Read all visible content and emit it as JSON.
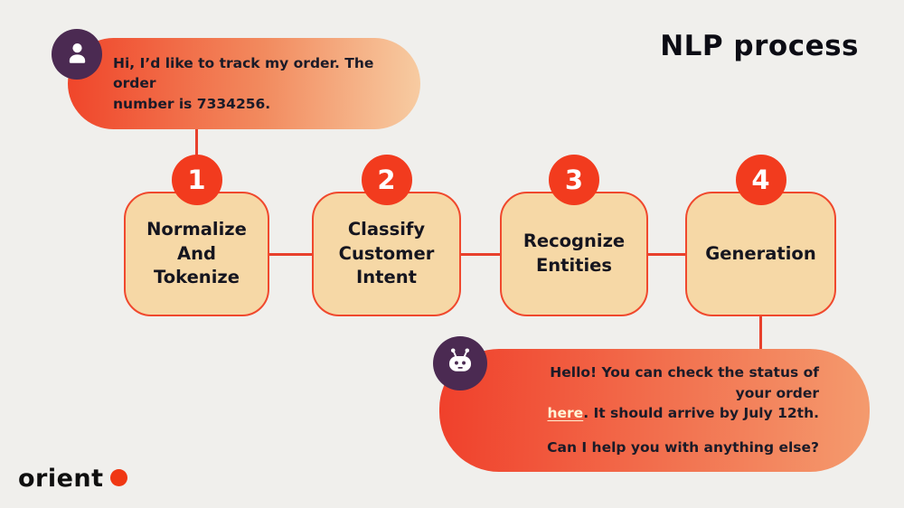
{
  "title": "NLP process",
  "user_chat": {
    "avatar_icon": "person-icon",
    "lines": [
      "Hi, I’d like to track my order. The order",
      "number is 7334256."
    ]
  },
  "steps": [
    {
      "number": "1",
      "lines": [
        "Normalize",
        "And",
        "Tokenize"
      ]
    },
    {
      "number": "2",
      "lines": [
        "Classify",
        "Customer",
        "Intent"
      ]
    },
    {
      "number": "3",
      "lines": [
        "Recognize",
        "Entities"
      ]
    },
    {
      "number": "4",
      "lines": [
        "Generation"
      ]
    }
  ],
  "bot_chat": {
    "avatar_icon": "robot-icon",
    "line1": "Hello! You can check the status of your order",
    "link_text": "here",
    "line2_rest": ". It should arrive by July 12th.",
    "line3": "Can I help you with anything else?"
  },
  "logo": {
    "text": "orient"
  },
  "colors": {
    "background": "#f0efec",
    "accent_red": "#f23b1e",
    "line_red": "#e8402c",
    "box_fill": "#f6d8a6",
    "box_border": "#f0482d",
    "avatar_purple": "#4b2a52",
    "user_bubble_gradient": [
      "#f0452a",
      "#f7cca2"
    ],
    "bot_bubble_gradient": [
      "#f0402b",
      "#f49b6e"
    ],
    "link_color": "#fff3d6",
    "dark_text": "#16161f"
  }
}
